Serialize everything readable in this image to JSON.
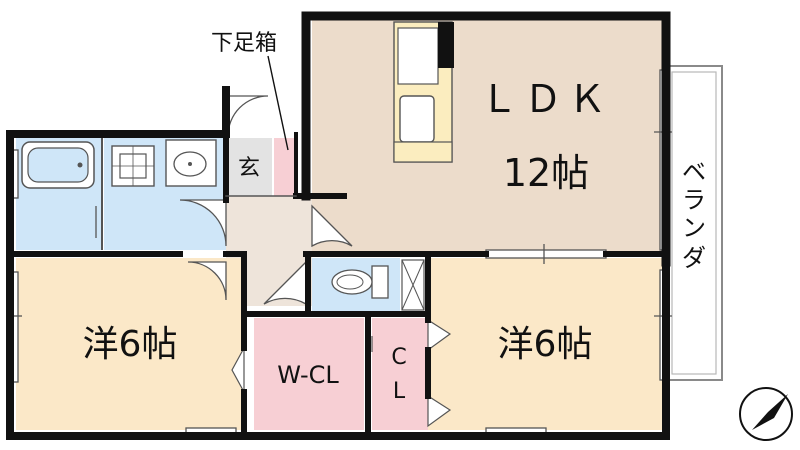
{
  "rooms": {
    "ldk": "ＬＤＫ",
    "ldk_size": "12帖",
    "western_left": "洋6帖",
    "western_right": "洋6帖",
    "walk_in_closet": "W-CL",
    "closet_top": "C",
    "closet_bottom": "L",
    "entrance": "玄",
    "shoe_cabinet": "下足箱",
    "veranda": [
      "ベ",
      "ラ",
      "ン",
      "ダ"
    ]
  },
  "colors": {
    "wall": "#111111",
    "ldk_floor": "#ecdccb",
    "western_floor": "#fbe8c8",
    "wet_area_floor": "#cfe6f8",
    "storage_floor": "#f7cfd4",
    "corridor_floor": "#eee4da",
    "kitchen_counter": "#fbedbf",
    "line": "#555555"
  },
  "icons": [
    "compass-icon",
    "bathtub-icon",
    "washbasin-icon",
    "washing-machine-icon",
    "toilet-icon",
    "sink-icon"
  ]
}
